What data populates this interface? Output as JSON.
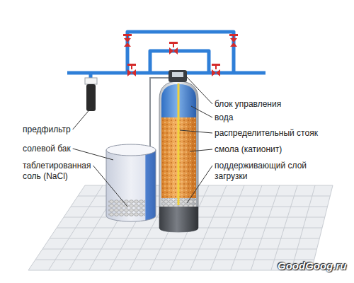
{
  "diagram": {
    "labels": [
      "предфильтр",
      "солевой бак",
      "таблетированная соль (NaCl)",
      "блок управления",
      "вода",
      "распределительный стояк",
      "смола (катионит)",
      "поддерживающий слой загрузки",
      "GoodGoog.ru"
    ]
  }
}
